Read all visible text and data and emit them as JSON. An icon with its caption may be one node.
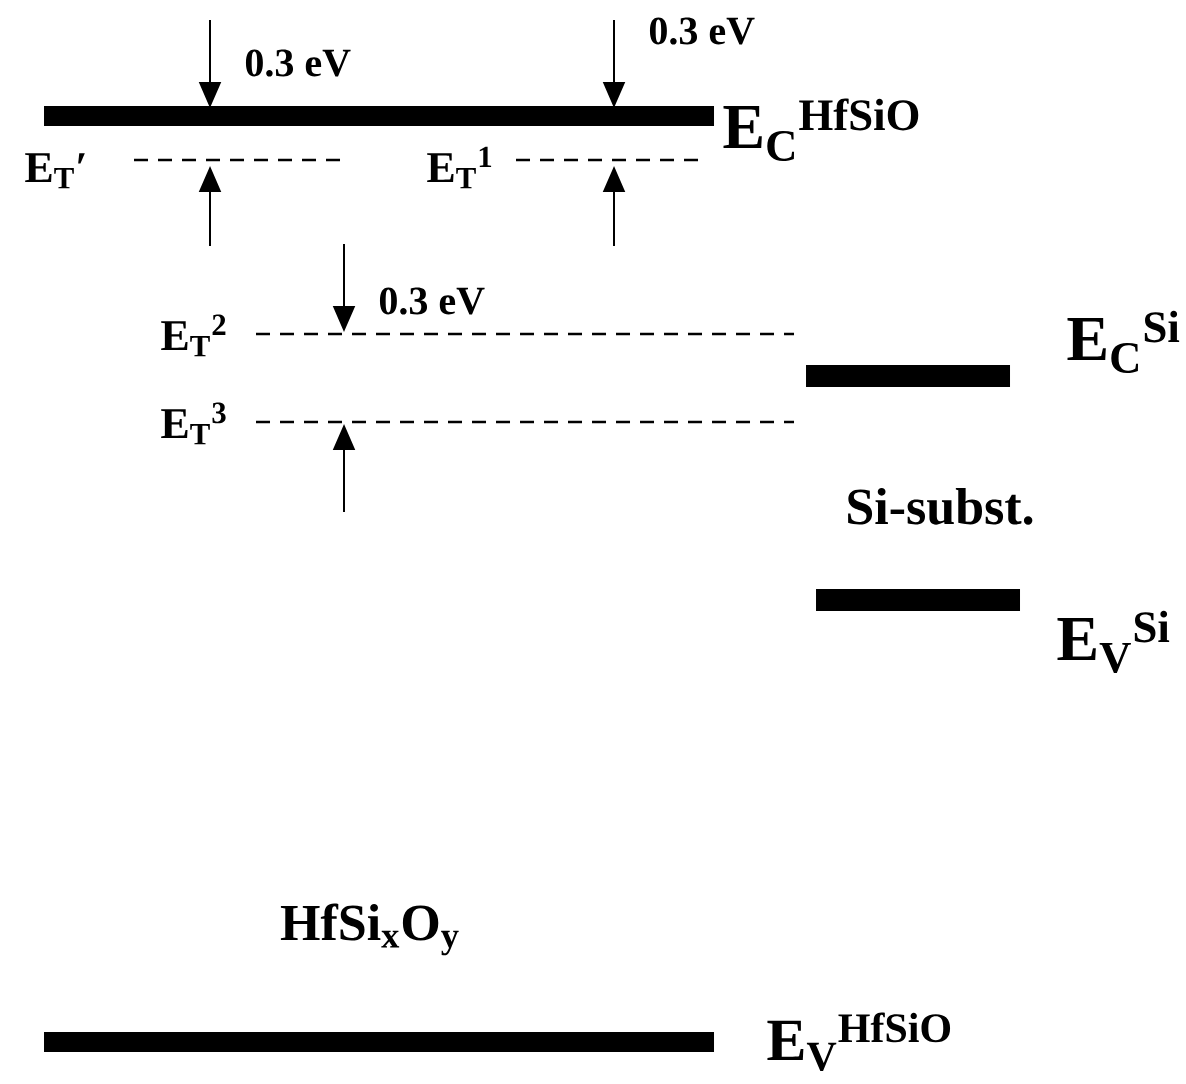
{
  "diagram": {
    "labels": [
      "0.3 eV",
      "0.3 eV",
      "E$_{C}$$^{HfSiO}$",
      "E$_{T}$′",
      "E$_{T}$$^{1}$",
      "0.3 eV",
      "E$_{T}$$^{2}$",
      "E$_{C}$$^{Si}$",
      "E$_{T}$$^{3}$",
      "Si-subst.",
      "E$_{V}$$^{Si}$",
      "HfSi$_{x}$O$_{y}$",
      "E$_{V}$$^{HfSiO}$"
    ]
  }
}
